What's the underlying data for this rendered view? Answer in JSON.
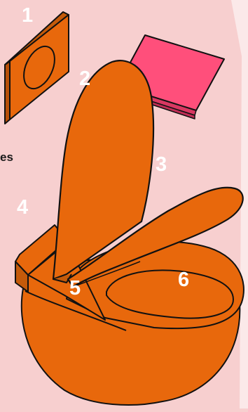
{
  "labels": {
    "l1": "1",
    "l2": "2",
    "l3": "3",
    "l4": "4",
    "l5": "5",
    "l6": "6"
  },
  "cutoff_text": "es",
  "colors": {
    "background": "#f7cfcf",
    "panel": "#fbe9e9",
    "orange": "#e8680c",
    "pink": "#ff4f7b",
    "outline": "#111111",
    "label": "#ffffff"
  },
  "parts": [
    {
      "id": "1",
      "name": "flush-plate"
    },
    {
      "id": "2",
      "name": "seat-lid"
    },
    {
      "id": "3",
      "name": "toilet-seat"
    },
    {
      "id": "4",
      "name": "cistern-side"
    },
    {
      "id": "5",
      "name": "hinge"
    },
    {
      "id": "6",
      "name": "toilet-bowl"
    }
  ]
}
